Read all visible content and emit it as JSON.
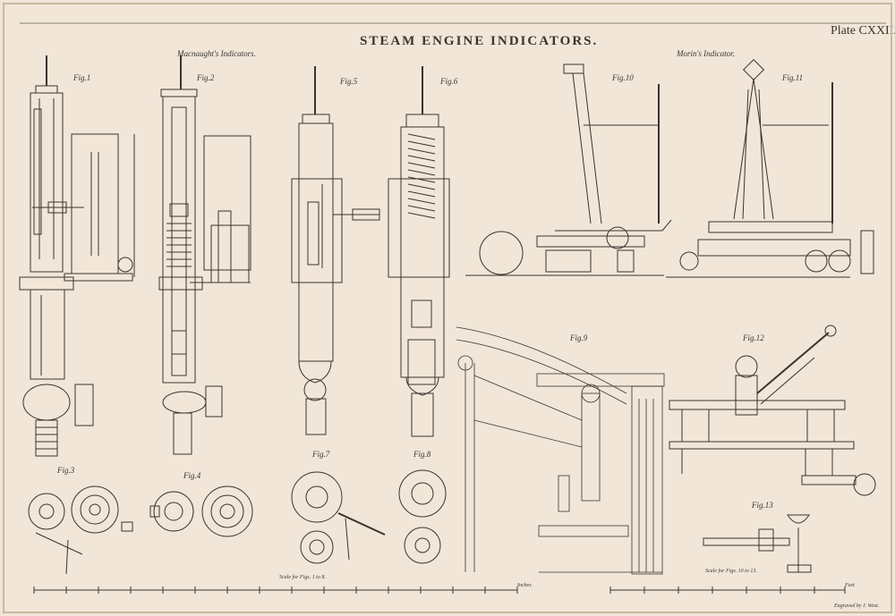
{
  "plate": {
    "title": "STEAM ENGINE INDICATORS.",
    "plate_number": "Plate CXXII."
  },
  "headings": {
    "macnaught": "Macnaught's Indicators.",
    "morin": "Morin's Indicator."
  },
  "figures": {
    "fig1": "Fig.1",
    "fig2": "Fig.2",
    "fig3a": "Fig.3",
    "fig4": "Fig.4",
    "fig5": "Fig.5",
    "fig6": "Fig.6",
    "fig7": "Fig.7",
    "fig8": "Fig.8",
    "fig9": "Fig.9",
    "fig10": "Fig.10",
    "fig11": "Fig.11",
    "fig12": "Fig.12",
    "fig13": "Fig.13"
  },
  "scales": {
    "left_label": "Scale for Figs. 1 to 8.",
    "left_unit": "Inches",
    "right_label": "Scale for Figs. 10 to 13.",
    "right_unit": "Feet"
  },
  "engraver": "Engraved by J. West.",
  "colors": {
    "paper": "#f1e6d8",
    "ink": "#3a3530"
  }
}
